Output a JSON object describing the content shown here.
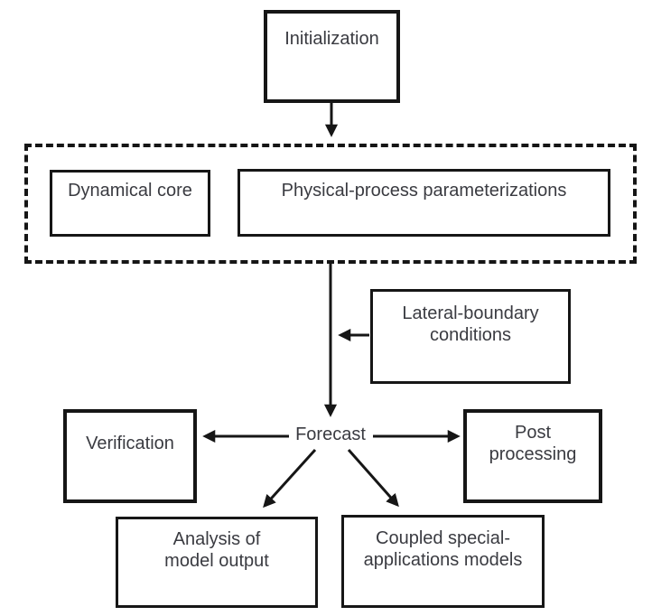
{
  "figure": {
    "type": "flowchart",
    "background_color": "#ffffff",
    "line_color": "#161616",
    "text_color": "#3a3b41",
    "nodes": {
      "initialization": {
        "label": "Initialization"
      },
      "dynamical_core": {
        "label": "Dynamical core"
      },
      "physical_process": {
        "label": "Physical-process parameterizations"
      },
      "lateral_boundary": {
        "line1": "Lateral-boundary",
        "line2": "conditions"
      },
      "forecast": {
        "label": "Forecast"
      },
      "verification": {
        "label": "Verification"
      },
      "post_processing": {
        "line1": "Post",
        "line2": "processing"
      },
      "analysis_output": {
        "line1": "Analysis of",
        "line2": "model output"
      },
      "coupled_models": {
        "line1": "Coupled special-",
        "line2": "applications models"
      }
    },
    "edges": [
      {
        "from": "initialization",
        "to": "model_core_group"
      },
      {
        "from": "model_core_group",
        "to": "forecast"
      },
      {
        "from": "lateral_boundary",
        "to": "forecast_input_line"
      },
      {
        "from": "forecast",
        "to": "verification"
      },
      {
        "from": "forecast",
        "to": "post_processing"
      },
      {
        "from": "forecast",
        "to": "analysis_output"
      },
      {
        "from": "forecast",
        "to": "coupled_models"
      }
    ]
  }
}
